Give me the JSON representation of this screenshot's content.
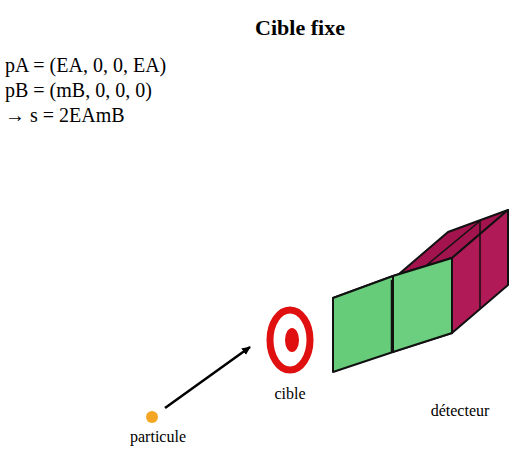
{
  "diagram": {
    "title": "Cible fixe",
    "labels": [
      "pA = (EA, 0, 0, EA)",
      "pB = (mB, 0, 0, 0)",
      "→ s = 2EAmB",
      "cible",
      "détecteur",
      "particule"
    ]
  }
}
